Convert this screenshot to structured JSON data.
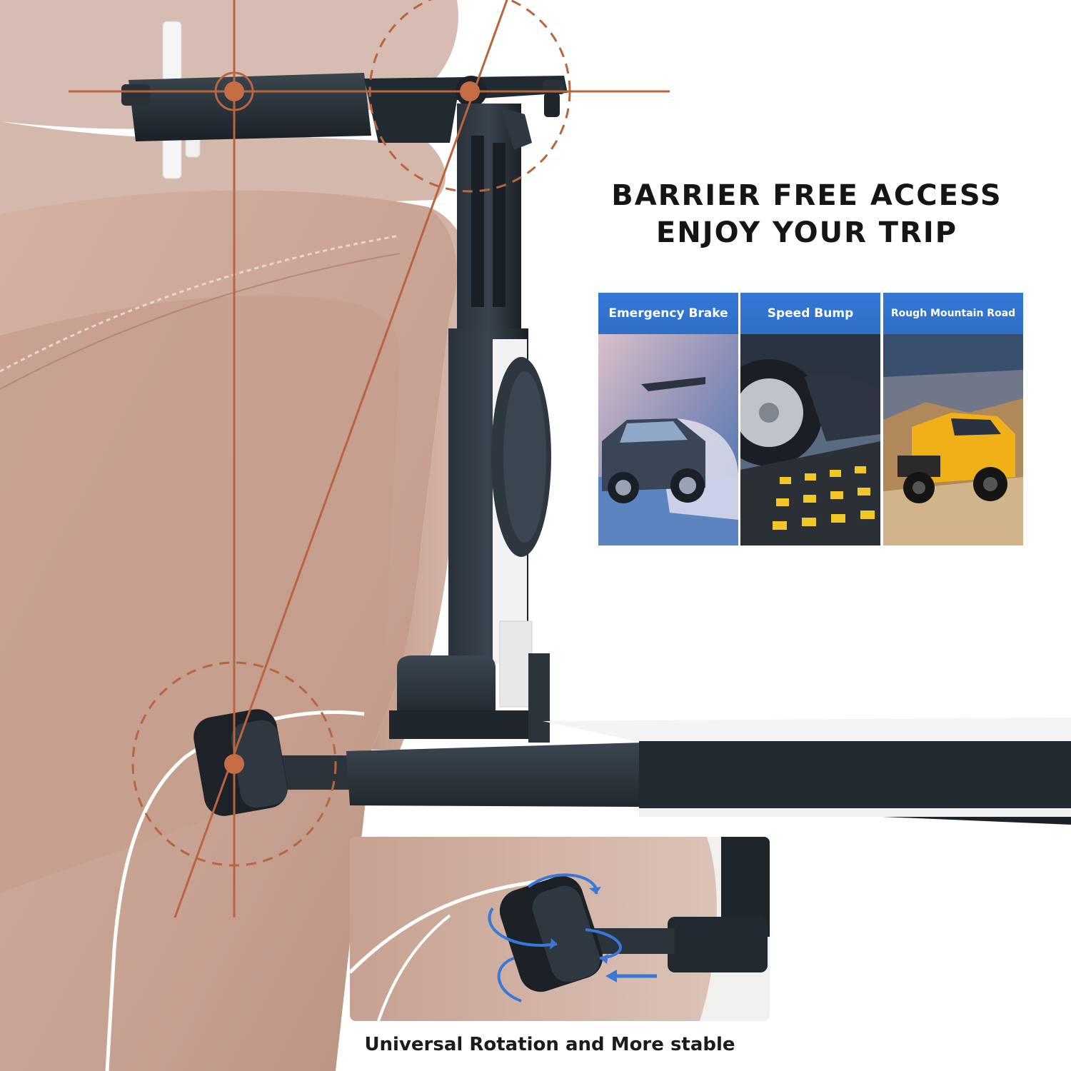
{
  "headline": {
    "line1": "BARRIER FREE ACCESS",
    "line2": "ENJOY YOUR TRIP"
  },
  "scenarios": [
    {
      "label": "Emergency Brake",
      "icon": "car-drifting-image"
    },
    {
      "label": "Speed Bump",
      "icon": "tire-on-speed-bump-image"
    },
    {
      "label": "Rough Mountain Road",
      "icon": "offroad-truck-image"
    }
  ],
  "caption": "Universal Rotation and More stable",
  "colors": {
    "seat_leather": "#c9a595",
    "mount_black": "#1f262d",
    "guide_line": "#b8653e",
    "panel_blue": "#3478d6",
    "rotation_arrow": "#3a78d8"
  }
}
